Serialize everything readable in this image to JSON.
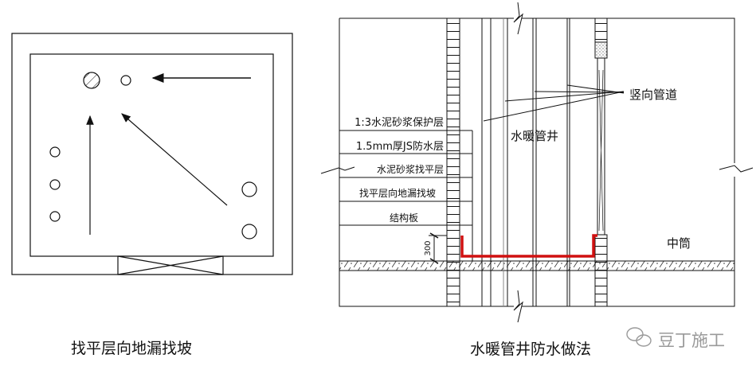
{
  "left_plan": {
    "caption": "找平层向地漏找坡"
  },
  "right_section": {
    "caption": "水暖管井防水做法",
    "layers": [
      "1:3水泥砂浆保护层",
      "1.5mm厚JS防水层",
      "水泥砂浆找平层",
      "找平层向地漏找坡",
      "结构板"
    ],
    "dimension": "300",
    "pipe_label": "竖向管道",
    "shaft_label": "水暖管井",
    "core_label": "中筒"
  },
  "watermark": {
    "text": "豆丁施工"
  },
  "colors": {
    "line": "#111111",
    "waterproof": "#d01010",
    "watermark": "#9a9a9a"
  }
}
